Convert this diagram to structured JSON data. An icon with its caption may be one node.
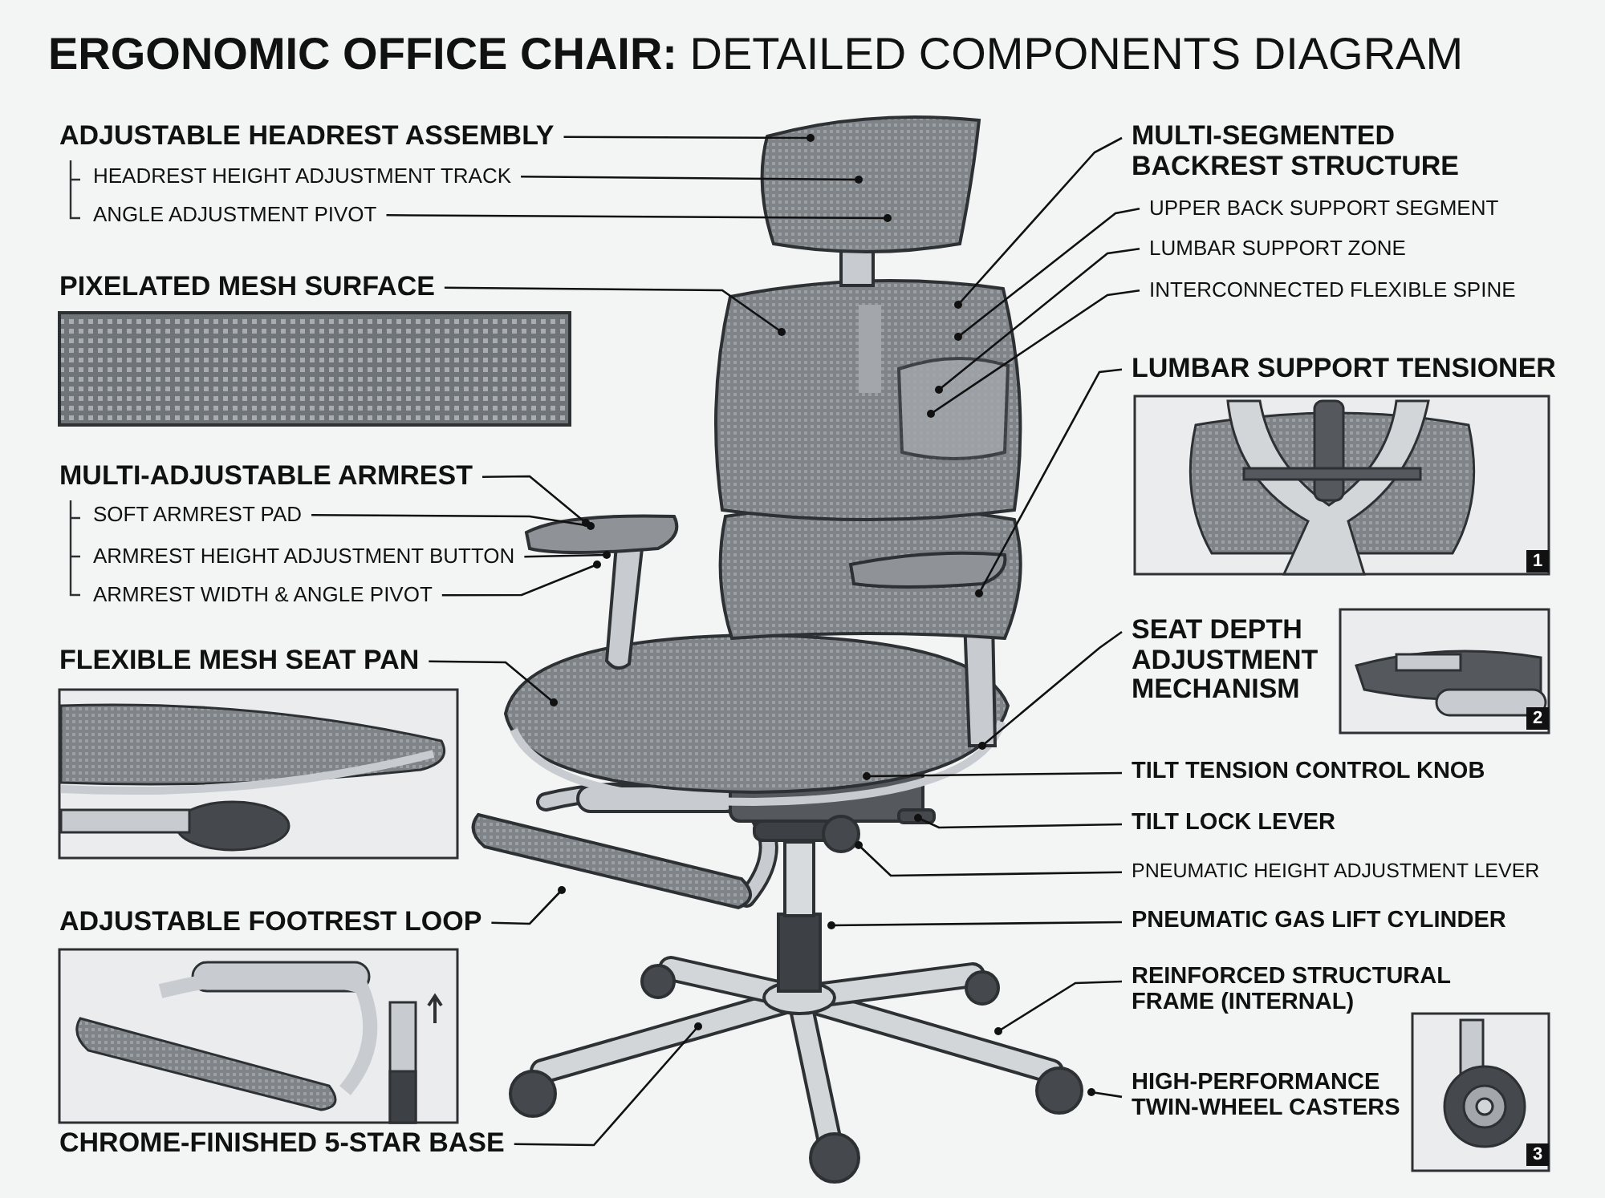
{
  "diagram": {
    "title": "**ERGONOMIC OFFICE CHAIR:** DETAILED COMPONENTS DIAGRAM",
    "nodes": [
      {
        "text": [
          "ADJUSTABLE HEADREST ASSEMBLY"
        ]
      },
      {
        "text": [
          "HEADREST HEIGHT ADJUSTMENT TRACK"
        ]
      },
      {
        "text": [
          "ANGLE ADJUSTMENT PIVOT"
        ]
      },
      {
        "text": [
          "PIXELATED MESH SURFACE"
        ]
      },
      {
        "text": [
          "MULTI-ADJUSTABLE ARMREST"
        ]
      },
      {
        "text": [
          "SOFT ARMREST PAD"
        ]
      },
      {
        "text": [
          "ARMREST HEIGHT ADJUSTMENT BUTTON"
        ]
      },
      {
        "text": [
          "ARMREST WIDTH & ANGLE PIVOT"
        ]
      },
      {
        "text": [
          "FLEXIBLE MESH SEAT PAN"
        ]
      },
      {
        "text": [
          "ADJUSTABLE FOOTREST LOOP"
        ]
      },
      {
        "text": [
          "CHROME-FINISHED 5-STAR BASE"
        ]
      },
      {
        "text": [
          "MULTI-SEGMENTED BACKREST STRUCTURE"
        ]
      },
      {
        "text": [
          "UPPER BACK SUPPORT SEGMENT"
        ]
      },
      {
        "text": [
          "LUMBAR SUPPORT ZONE"
        ]
      },
      {
        "text": [
          "INTERCONNECTED FLEXIBLE SPINE"
        ]
      },
      {
        "text": [
          "LUMBAR SUPPORT TENSIONER"
        ]
      },
      {
        "text": [
          "SEAT DEPTH ADJUSTMENT MECHANISM"
        ]
      },
      {
        "text": [
          "TILT TENSION CONTROL KNOB"
        ]
      },
      {
        "text": [
          "TILT LOCK LEVER"
        ]
      },
      {
        "text": [
          "PNEUMATIC HEIGHT ADJUSTMENT LEVER"
        ]
      },
      {
        "text": [
          "PNEUMATIC GAS LIFT CYLINDER"
        ]
      },
      {
        "text": [
          "REINFORCED STRUCTURAL FRAME (INTERNAL)"
        ]
      },
      {
        "text": [
          "HIGH-PERFORMANCE TWIN-WHEEL CASTERS"
        ]
      }
    ],
    "edges": [
      {
        "from": 0,
        "to": null,
        "arrow": "other"
      },
      {
        "from": 1,
        "to": null,
        "arrow": "other"
      },
      {
        "from": 2,
        "to": null,
        "arrow": "other"
      },
      {
        "from": 3,
        "to": null,
        "arrow": "other"
      },
      {
        "from": 4,
        "to": null,
        "arrow": "other"
      },
      {
        "from": 5,
        "to": null,
        "arrow": "other"
      },
      {
        "from": 6,
        "to": null,
        "arrow": "other"
      },
      {
        "from": 7,
        "to": null,
        "arrow": "other"
      },
      {
        "from": 8,
        "to": null,
        "arrow": "other"
      },
      {
        "from": 9,
        "to": null,
        "arrow": "other"
      },
      {
        "from": 10,
        "to": null,
        "arrow": "other"
      },
      {
        "from": 11,
        "to": null,
        "arrow": "other"
      },
      {
        "from": 12,
        "to": null,
        "arrow": "other"
      },
      {
        "from": 13,
        "to": null,
        "arrow": "other"
      },
      {
        "from": 14,
        "to": null,
        "arrow": "other"
      },
      {
        "from": 15,
        "to": null,
        "arrow": "other"
      },
      {
        "from": 16,
        "to": null,
        "arrow": "other"
      },
      {
        "from": 17,
        "to": null,
        "arrow": "other"
      },
      {
        "from": 18,
        "to": null,
        "arrow": "other"
      },
      {
        "from": 19,
        "to": null,
        "arrow": "other"
      },
      {
        "from": 20,
        "to": null,
        "arrow": "other"
      },
      {
        "from": 21,
        "to": null,
        "arrow": "other"
      },
      {
        "from": 22,
        "to": null,
        "arrow": "other"
      }
    ],
    "labels": [
      "1",
      "2",
      "3"
    ]
  }
}
